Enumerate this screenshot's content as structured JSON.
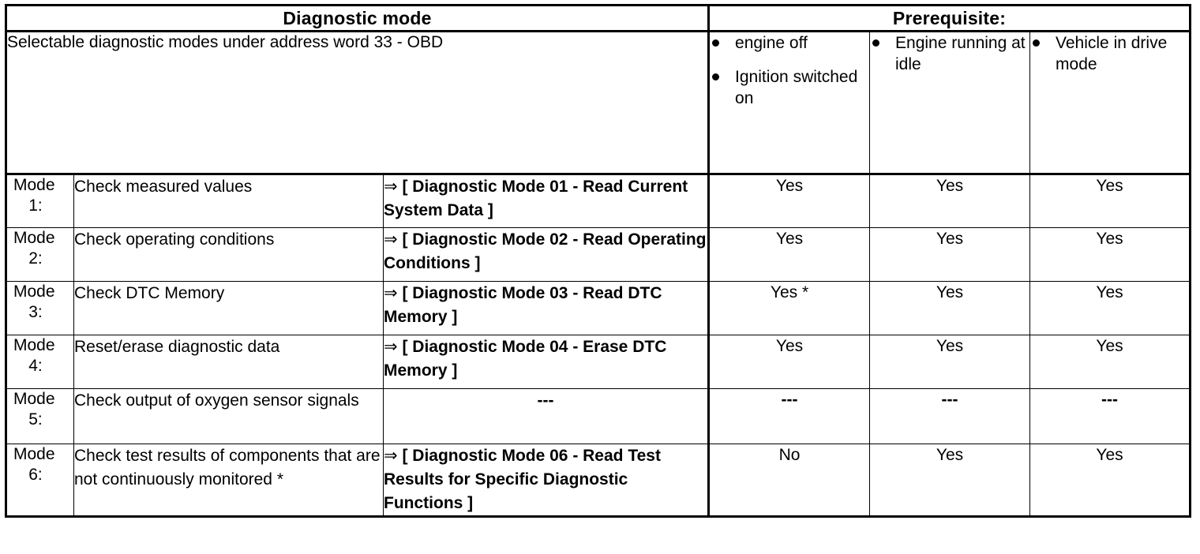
{
  "table": {
    "headers": {
      "diagnostic_mode": "Diagnostic mode",
      "prerequisite": "Prerequisite:"
    },
    "intro": "Selectable diagnostic modes under address word 33 - OBD",
    "prerequisite_columns": [
      {
        "bullets": [
          "engine off",
          "Ignition switched on"
        ]
      },
      {
        "bullets": [
          "Engine running at idle"
        ]
      },
      {
        "bullets": [
          "Vehicle in drive mode"
        ]
      }
    ],
    "rows": [
      {
        "mode_word": "Mode",
        "mode_num": "1:",
        "description": "Check measured values",
        "arrow": "⇒",
        "reference": "[ Diagnostic Mode 01 - Read Current System Data ]",
        "answers": [
          "Yes",
          "Yes",
          "Yes"
        ]
      },
      {
        "mode_word": "Mode",
        "mode_num": "2:",
        "description": "Check operating conditions",
        "arrow": "⇒",
        "reference": "[ Diagnostic Mode 02 - Read Operating Conditions ]",
        "answers": [
          "Yes",
          "Yes",
          "Yes"
        ]
      },
      {
        "mode_word": "Mode",
        "mode_num": "3:",
        "description": "Check DTC Memory",
        "arrow": "⇒",
        "reference": "[ Diagnostic Mode 03 - Read DTC Memory ]",
        "answers": [
          "Yes *",
          "Yes",
          "Yes"
        ]
      },
      {
        "mode_word": "Mode",
        "mode_num": "4:",
        "description": "Reset/erase diagnostic data",
        "arrow": "⇒",
        "reference": "[ Diagnostic Mode 04 - Erase DTC Memory ]",
        "answers": [
          "Yes",
          "Yes",
          "Yes"
        ]
      },
      {
        "mode_word": "Mode",
        "mode_num": "5:",
        "description": "Check output of oxygen sensor signals",
        "arrow": "",
        "reference": "---",
        "answers": [
          "---",
          "---",
          "---"
        ]
      },
      {
        "mode_word": "Mode",
        "mode_num": "6:",
        "description": "Check test results of components that are not continuously monitored *",
        "arrow": "⇒",
        "reference": "[ Diagnostic Mode 06 - Read Test Results for Specific Diagnostic Functions ]",
        "answers": [
          "No",
          "Yes",
          "Yes"
        ]
      }
    ]
  },
  "colors": {
    "ink": "#000000",
    "paper": "#ffffff"
  }
}
